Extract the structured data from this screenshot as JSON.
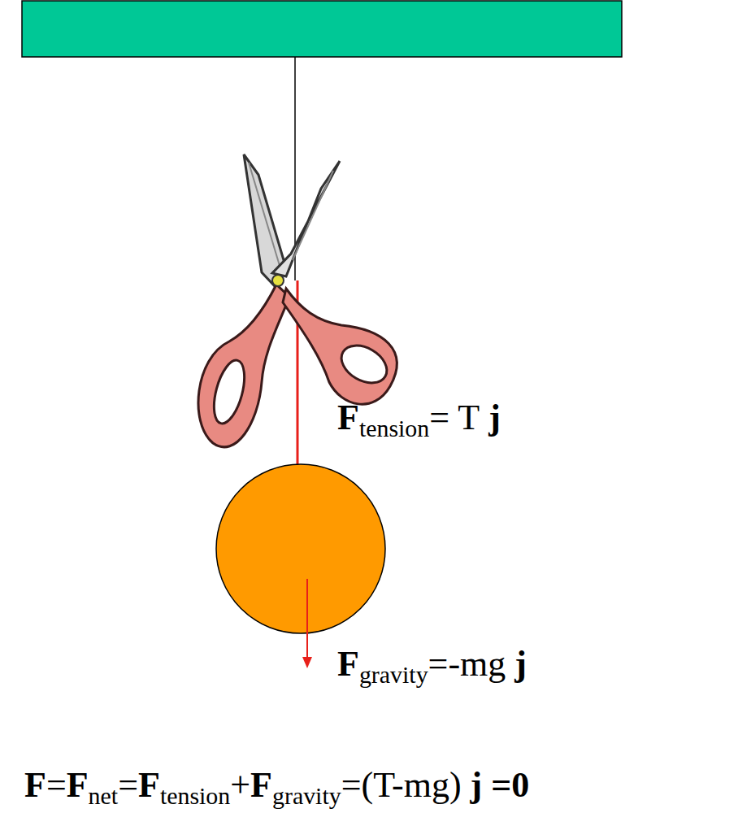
{
  "diagram": {
    "labels": [
      "F",
      "tension",
      "= T",
      "j",
      "F",
      "gravity",
      "=-mg",
      "j",
      "F",
      "=",
      "F",
      "net",
      "=",
      "F",
      "tension",
      "+",
      "F",
      "gravity",
      "=(T-mg)",
      "j",
      "=0"
    ]
  }
}
